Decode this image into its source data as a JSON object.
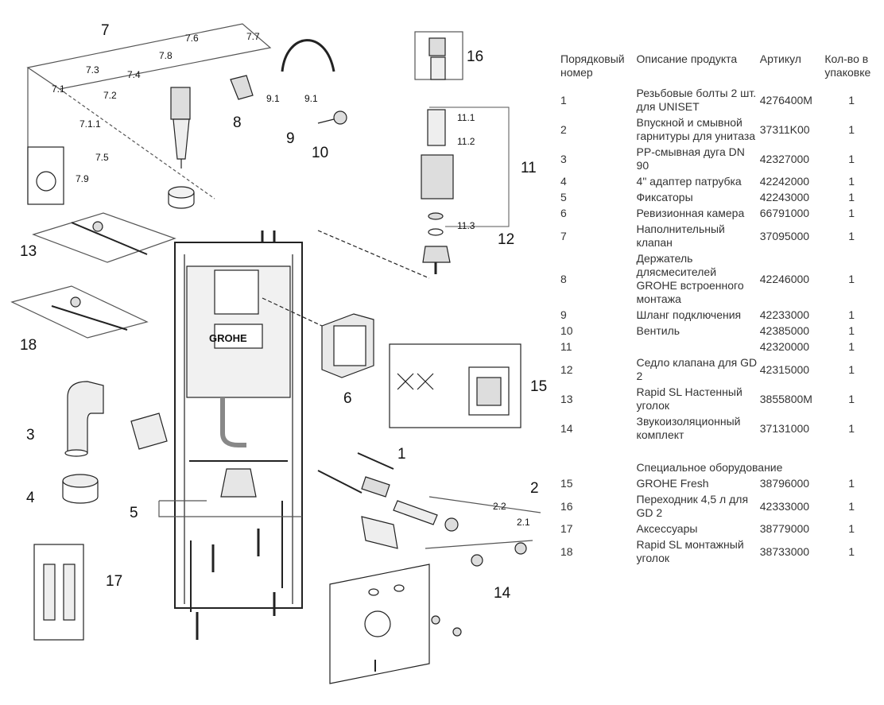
{
  "diagram": {
    "callouts": {
      "c7": "7",
      "c7_1": "7.1",
      "c7_1_1": "7.1.1",
      "c7_2": "7.2",
      "c7_3": "7.3",
      "c7_4": "7.4",
      "c7_5": "7.5",
      "c7_6": "7.6",
      "c7_7": "7.7",
      "c7_8": "7.8",
      "c7_9": "7.9",
      "c8": "8",
      "c9": "9",
      "c9_1a": "9.1",
      "c9_1b": "9.1",
      "c10": "10",
      "c11": "11",
      "c11_1": "11.1",
      "c11_2": "11.2",
      "c11_3": "11.3",
      "c12": "12",
      "c13": "13",
      "c14": "14",
      "c15": "15",
      "c16": "16",
      "c17": "17",
      "c18": "18",
      "c1": "1",
      "c2": "2",
      "c2_1": "2.1",
      "c2_2": "2.2",
      "c3": "3",
      "c4": "4",
      "c5": "5",
      "c6": "6"
    },
    "brand_text": "GROHE"
  },
  "parts_table": {
    "headers": {
      "pos": "Порядковый номер",
      "desc": "Описание продукта",
      "article": "Артикул",
      "qty": "Кол-во в упаковке"
    },
    "rows": [
      {
        "pos": "1",
        "desc": "Резьбовые болты 2 шт. для UNISET",
        "article": "4276400M",
        "qty": "1"
      },
      {
        "pos": "2",
        "desc": "Впускной и смывной гарнитуры для унитаза",
        "article": "37311K00",
        "qty": "1"
      },
      {
        "pos": "3",
        "desc": "PP-смывная дуга DN 90",
        "article": "42327000",
        "qty": "1"
      },
      {
        "pos": "4",
        "desc": "4\" адаптер патрубка",
        "article": "42242000",
        "qty": "1"
      },
      {
        "pos": "5",
        "desc": "Фиксаторы",
        "article": "42243000",
        "qty": "1"
      },
      {
        "pos": "6",
        "desc": "Ревизионная камера",
        "article": "66791000",
        "qty": "1"
      },
      {
        "pos": "7",
        "desc": "Наполнительный клапан",
        "article": "37095000",
        "qty": "1"
      },
      {
        "pos": "8",
        "desc": "Держатель длясмесителей GROHE встроенного монтажа",
        "article": "42246000",
        "qty": "1"
      },
      {
        "pos": "9",
        "desc": "Шланг подключения",
        "article": "42233000",
        "qty": "1"
      },
      {
        "pos": "10",
        "desc": "Вентиль",
        "article": "42385000",
        "qty": "1"
      },
      {
        "pos": "11",
        "desc": "",
        "article": "42320000",
        "qty": "1"
      },
      {
        "pos": "12",
        "desc": "Седло клапана для GD 2",
        "article": "42315000",
        "qty": "1"
      },
      {
        "pos": "13",
        "desc": "Rapid SL Настенный уголок",
        "article": "3855800M",
        "qty": "1"
      },
      {
        "pos": "14",
        "desc": "Звукоизоляционный комплект",
        "article": "37131000",
        "qty": "1"
      }
    ],
    "special_heading": "Специальное оборудование",
    "special_rows": [
      {
        "pos": "15",
        "desc": "GROHE Fresh",
        "article": "38796000",
        "qty": "1"
      },
      {
        "pos": "16",
        "desc": "Переходник 4,5 л для GD 2",
        "article": "42333000",
        "qty": "1"
      },
      {
        "pos": "17",
        "desc": "Аксессуары",
        "article": "38779000",
        "qty": "1"
      },
      {
        "pos": "18",
        "desc": "Rapid SL монтажный уголок",
        "article": "38733000",
        "qty": "1"
      }
    ]
  }
}
